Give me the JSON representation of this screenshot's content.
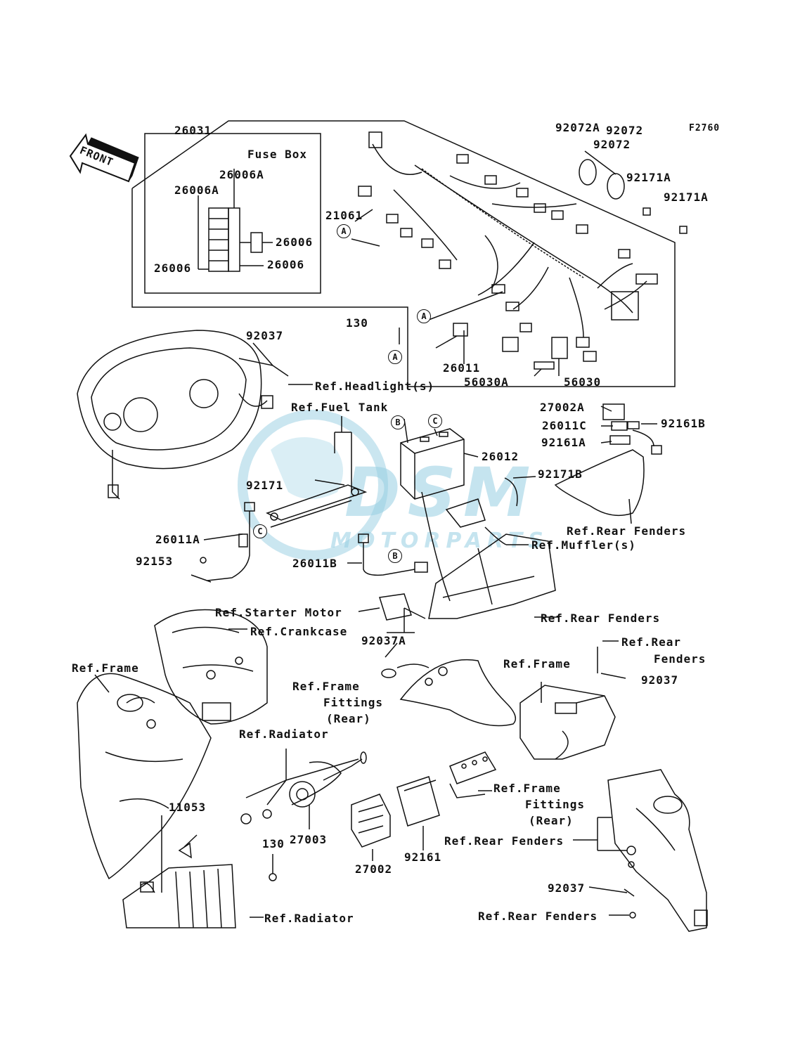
{
  "diagram_code": "F2760",
  "front_label": "FRONT",
  "fuse_box_title": "Fuse Box",
  "watermark": {
    "brand": "DSM",
    "sub": "MOTORPARTS"
  },
  "callouts": {
    "a": "A",
    "b": "B",
    "c": "C"
  },
  "labels": {
    "p26031": "26031",
    "p26006A_1": "26006A",
    "p26006A_2": "26006A",
    "p26006_1": "26006",
    "p26006_2": "26006",
    "p26006_3": "26006",
    "p92072A": "92072A",
    "p92072_1": "92072",
    "p92072_2": "92072",
    "p92171A_1": "92171A",
    "p92171A_2": "92171A",
    "p21061": "21061",
    "p130_1": "130",
    "p92037_1": "92037",
    "p26011": "26011",
    "p56030A": "56030A",
    "p56030": "56030",
    "ref_headlight": "Ref.Headlight(s)",
    "ref_fuel_tank": "Ref.Fuel Tank",
    "p27002A": "27002A",
    "p26011C": "26011C",
    "p92161B": "92161B",
    "p92161A": "92161A",
    "p26012": "26012",
    "p92171B": "92171B",
    "p92171": "92171",
    "ref_rear_fenders_1": "Ref.Rear Fenders",
    "ref_muffler": "Ref.Muffler(s)",
    "p26011A": "26011A",
    "p92153": "92153",
    "p26011B": "26011B",
    "ref_starter_motor": "Ref.Starter Motor",
    "ref_crankcase": "Ref.Crankcase",
    "ref_rear_fenders_2": "Ref.Rear Fenders",
    "p92037A": "92037A",
    "ref_rear_3a": "Ref.Rear",
    "ref_rear_3b": "Fenders",
    "ref_frame_1": "Ref.Frame",
    "ref_frame_2": "Ref.Frame",
    "p92037_2": "92037",
    "ref_frame_fit_1a": "Ref.Frame",
    "ref_frame_fit_1b": "Fittings",
    "ref_frame_fit_1c": "(Rear)",
    "ref_radiator_1": "Ref.Radiator",
    "ref_frame_fit_2a": "Ref.Frame",
    "ref_frame_fit_2b": "Fittings",
    "ref_frame_fit_2c": "(Rear)",
    "p11053": "11053",
    "p130_2": "130",
    "p27003": "27003",
    "p27002": "27002",
    "p92161": "92161",
    "ref_rear_fenders_4": "Ref.Rear Fenders",
    "p92037_3": "92037",
    "ref_rear_fenders_5": "Ref.Rear Fenders",
    "ref_radiator_2": "Ref.Radiator"
  }
}
